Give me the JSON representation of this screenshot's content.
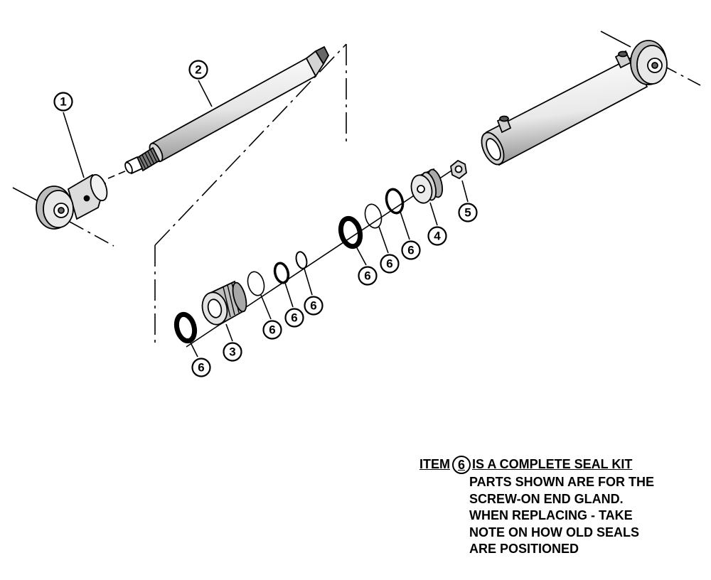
{
  "callouts": [
    {
      "id": "c1",
      "label": "1"
    },
    {
      "id": "c2",
      "label": "2"
    },
    {
      "id": "c3",
      "label": "3"
    },
    {
      "id": "c4",
      "label": "4"
    },
    {
      "id": "c5",
      "label": "5"
    },
    {
      "id": "c6a",
      "label": "6"
    },
    {
      "id": "c6b",
      "label": "6"
    },
    {
      "id": "c6c",
      "label": "6"
    },
    {
      "id": "c6d",
      "label": "6"
    },
    {
      "id": "c6e",
      "label": "6"
    },
    {
      "id": "c6f",
      "label": "6"
    },
    {
      "id": "c6g",
      "label": "6"
    }
  ],
  "note": {
    "item_prefix": "ITEM",
    "item_number": "6",
    "item_suffix": "IS A COMPLETE SEAL KIT",
    "lines": [
      "PARTS SHOWN ARE FOR THE",
      "SCREW-ON END GLAND.",
      "WHEN REPLACING - TAKE",
      "NOTE ON HOW OLD SEALS",
      "ARE POSITIONED"
    ]
  }
}
